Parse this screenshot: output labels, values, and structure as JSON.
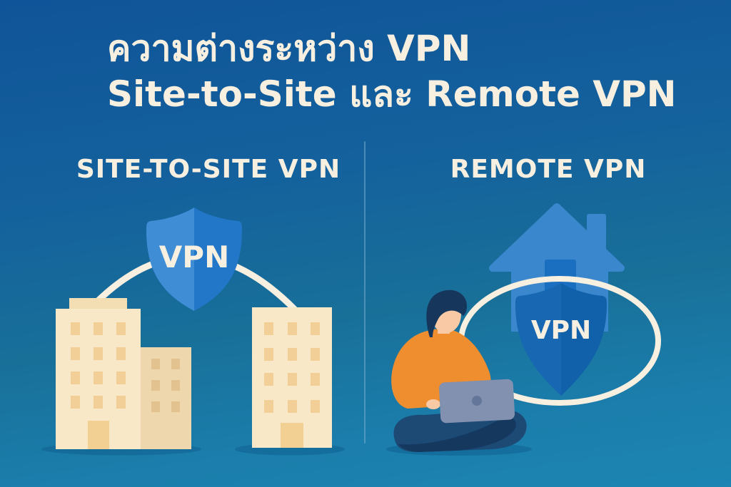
{
  "title": {
    "line1": "ความต่างระหว่าง VPN",
    "line2": "Site-to-Site และ Remote VPN"
  },
  "left_panel": {
    "heading": "SITE-TO-SITE VPN",
    "shield_label": "VPN"
  },
  "right_panel": {
    "heading": "REMOTE VPN",
    "shield_label": "VPN"
  },
  "colors": {
    "cream": "#f7efdf",
    "shield_light": "#3f8dd5",
    "shield_dark": "#2277c8",
    "remote_shield": "#1160aa",
    "remote_shield_light": "#1767b3",
    "house": "#3a87cd",
    "house_door": "#1b6fc0",
    "building": "#f9e8c8",
    "building_annex": "#eed7ac",
    "building_roof": "#f3ddb2",
    "window": "#f2cf97",
    "window_annex": "#e2c38f",
    "door": "#f2d093",
    "shadow": "#0d5d8d",
    "hair": "#17365c",
    "skin": "#f8c9a4",
    "sweater": "#ef8e2e",
    "pants": "#1d4a75",
    "pants_dark": "#15385f",
    "laptop": "#8191af",
    "laptop_logo": "#647699",
    "bg_top": "#0f5498",
    "bg_bottom": "#1b84b2"
  }
}
